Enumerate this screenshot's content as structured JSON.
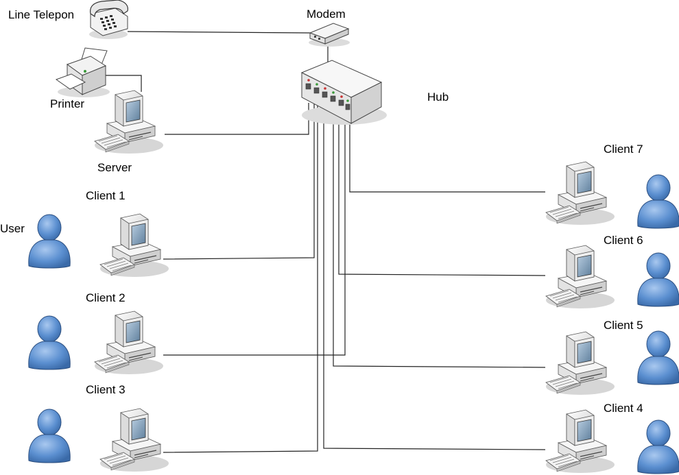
{
  "labels": {
    "telephone": "Line Telepon",
    "modem": "Modem",
    "hub": "Hub",
    "printer": "Printer",
    "server": "Server",
    "user": "User",
    "client1": "Client 1",
    "client2": "Client 2",
    "client3": "Client 3",
    "client4": "Client 4",
    "client5": "Client 5",
    "client6": "Client 6",
    "client7": "Client 7"
  },
  "colors": {
    "person_fill": "#5b8fd0",
    "person_stroke": "#2c4f80",
    "device_light": "#f2f2f2",
    "device_shade": "#bdbdbd",
    "screen": "#7d9bb3",
    "wire": "#222222"
  },
  "icons": {
    "telephone": "telephone-icon",
    "modem": "modem-icon",
    "hub": "hub-icon",
    "printer": "printer-icon",
    "computer": "computer-icon",
    "user": "user-icon"
  }
}
